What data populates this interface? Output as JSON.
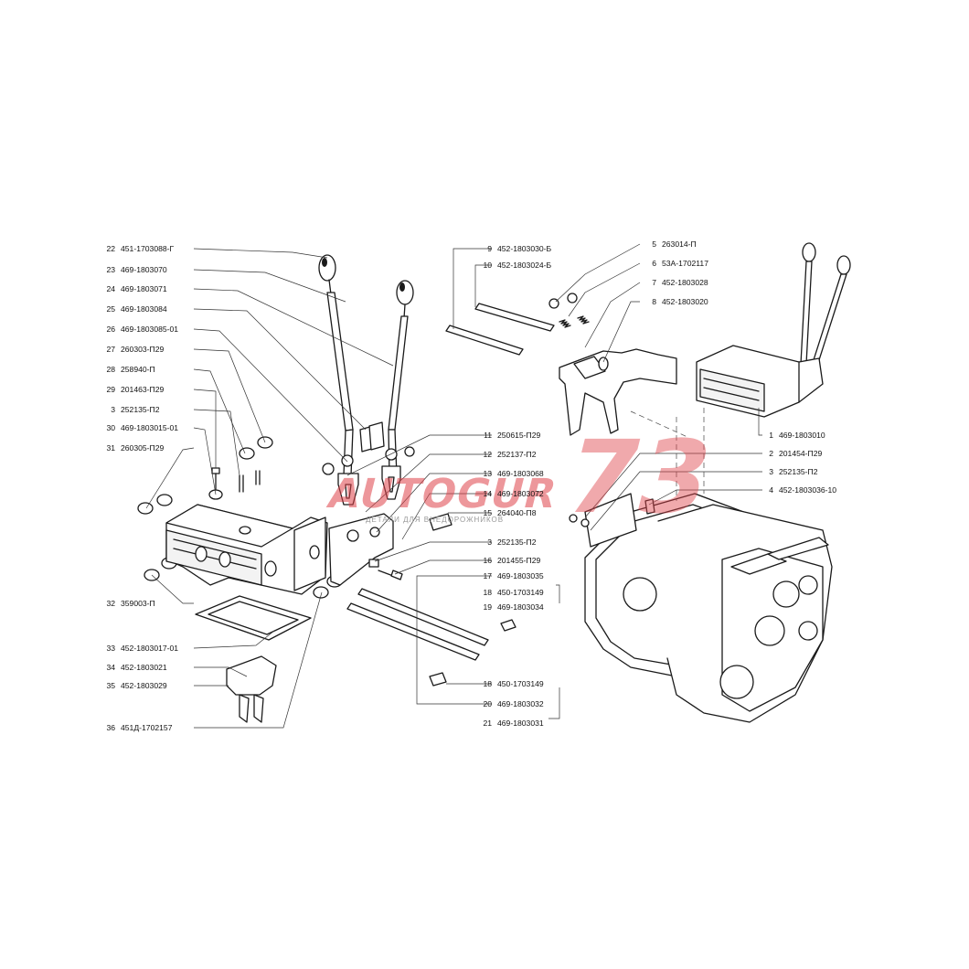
{
  "labels": [
    {
      "n": "22",
      "code": "451-1703088-Г"
    },
    {
      "n": "23",
      "code": "469-1803070"
    },
    {
      "n": "24",
      "code": "469-1803071"
    },
    {
      "n": "25",
      "code": "469-1803084"
    },
    {
      "n": "26",
      "code": "469-1803085-01"
    },
    {
      "n": "27",
      "code": "260303-П29"
    },
    {
      "n": "28",
      "code": "258940-П"
    },
    {
      "n": "29",
      "code": "201463-П29"
    },
    {
      "n": "3",
      "code": "252135-П2"
    },
    {
      "n": "30",
      "code": "469-1803015-01"
    },
    {
      "n": "31",
      "code": "260305-П29"
    },
    {
      "n": "32",
      "code": "359003-П"
    },
    {
      "n": "33",
      "code": "452-1803017-01"
    },
    {
      "n": "34",
      "code": "452-1803021"
    },
    {
      "n": "35",
      "code": "452-1803029"
    },
    {
      "n": "36",
      "code": "451Д-1702157"
    },
    {
      "n": "9",
      "code": "452-1803030-Б"
    },
    {
      "n": "10",
      "code": "452-1803024-Б"
    },
    {
      "n": "11",
      "code": "250615-П29"
    },
    {
      "n": "12",
      "code": "252137-П2"
    },
    {
      "n": "13",
      "code": "469-1803068"
    },
    {
      "n": "14",
      "code": "469-1803072"
    },
    {
      "n": "15",
      "code": "264040-П8"
    },
    {
      "n": "3",
      "code": "252135-П2"
    },
    {
      "n": "16",
      "code": "201455-П29"
    },
    {
      "n": "17",
      "code": "469-1803035"
    },
    {
      "n": "18",
      "code": "450-1703149"
    },
    {
      "n": "19",
      "code": "469-1803034"
    },
    {
      "n": "18",
      "code": "450-1703149"
    },
    {
      "n": "20",
      "code": "469-1803032"
    },
    {
      "n": "21",
      "code": "469-1803031"
    },
    {
      "n": "5",
      "code": "263014-П"
    },
    {
      "n": "6",
      "code": "53А-1702117"
    },
    {
      "n": "7",
      "code": "452-1803028"
    },
    {
      "n": "8",
      "code": "452-1803020"
    },
    {
      "n": "1",
      "code": "469-1803010"
    },
    {
      "n": "2",
      "code": "201454-П29"
    },
    {
      "n": "3",
      "code": "252135-П2"
    },
    {
      "n": "4",
      "code": "452-1803036-10"
    }
  ],
  "watermark": {
    "brand": "AUTOGUR",
    "number": "73",
    "tagline": "ДЕТАЛИ ДЛЯ ВНЕДОРОЖНИКОВ"
  },
  "colors": {
    "ink": "#1a1a1a",
    "watermark": "#e0434a"
  }
}
